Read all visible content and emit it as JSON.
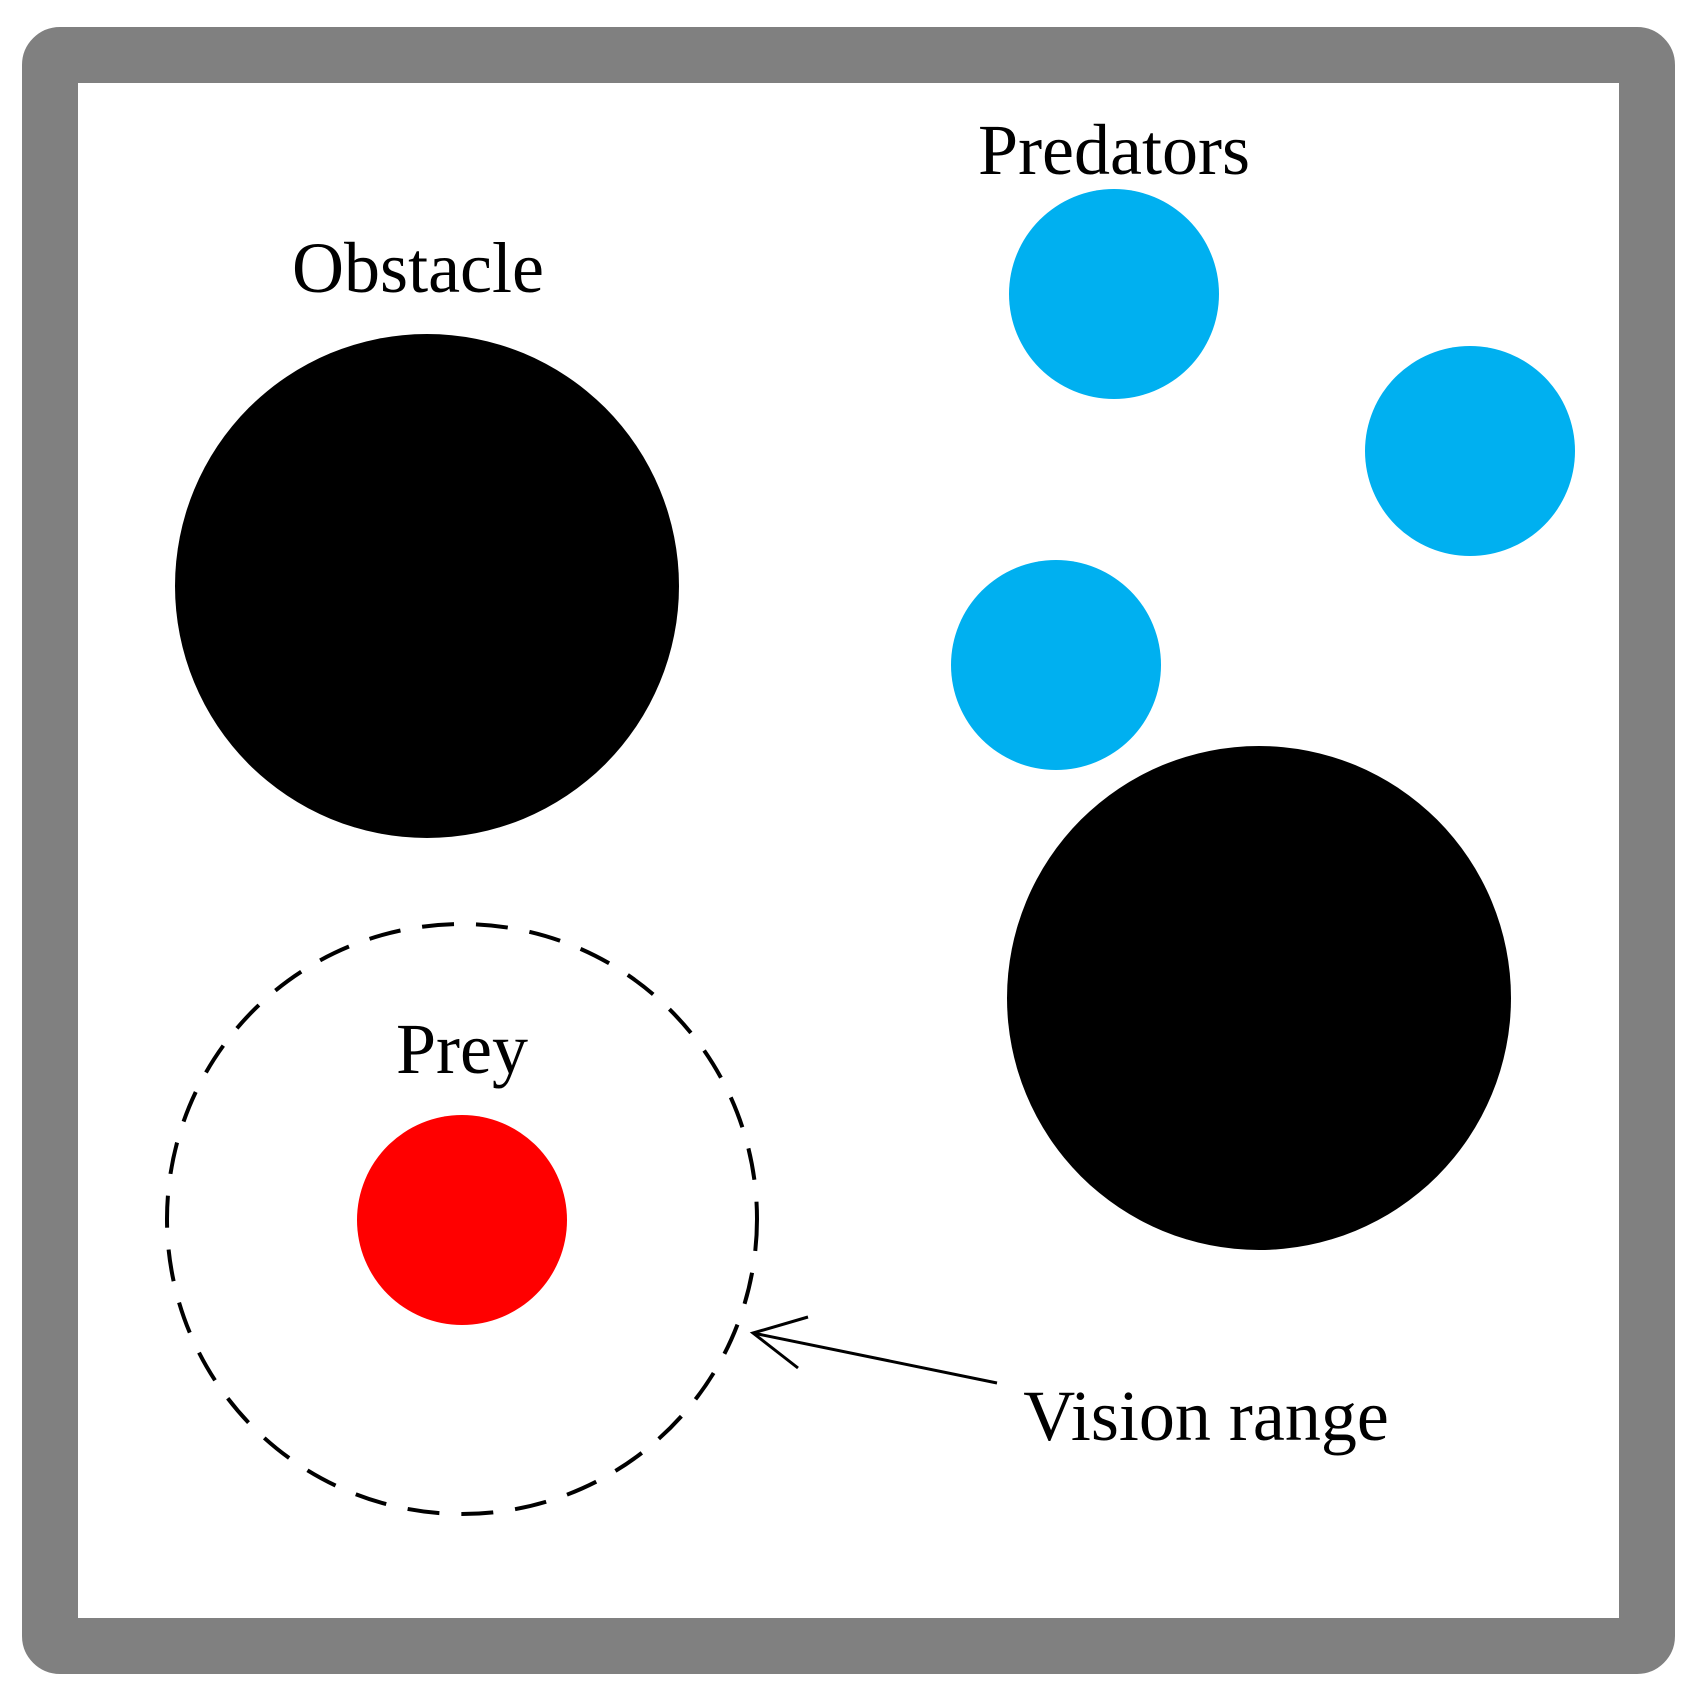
{
  "labels": {
    "obstacle": "Obstacle",
    "predators": "Predators",
    "prey": "Prey",
    "vision_range": "Vision range"
  },
  "colors": {
    "arena_border": "#808080",
    "arena_background": "#ffffff",
    "obstacle": "#000000",
    "predator": "#00b0f0",
    "prey": "#ff0000",
    "vision_range_outline": "#000000",
    "text": "#000000"
  },
  "entities": {
    "obstacles": 2,
    "predators": 3,
    "prey": 1
  }
}
